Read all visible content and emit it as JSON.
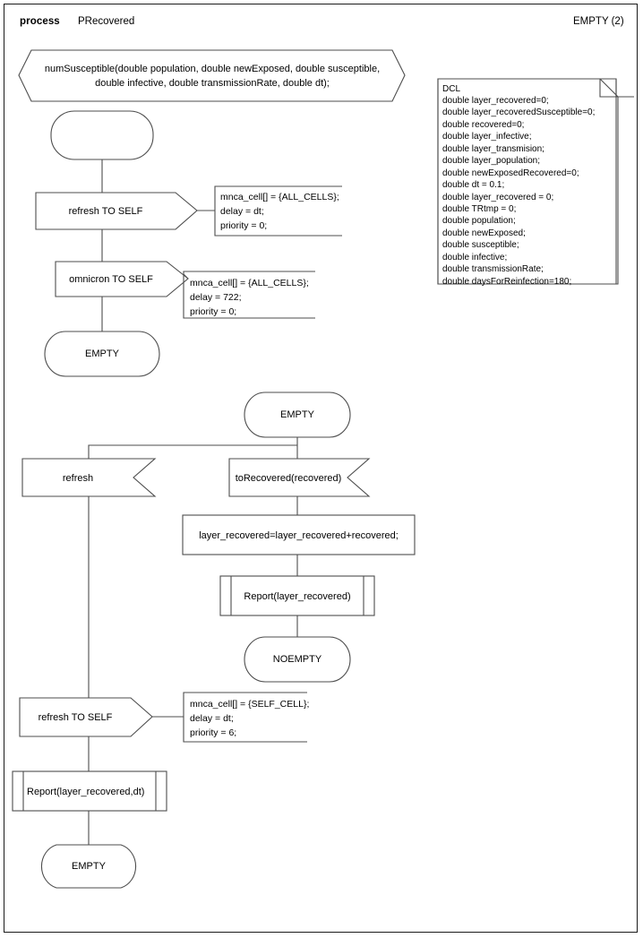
{
  "header": {
    "keyword": "process",
    "name": "PRecovered",
    "right_label": "EMPTY (2)"
  },
  "signal_declaration": {
    "line1": "numSusceptible(double population, double newExposed, double susceptible,",
    "line2": "double infective, double transmissionRate, double dt);"
  },
  "dcl_block": {
    "title": "DCL",
    "lines": [
      "double layer_recovered=0;",
      "double layer_recoveredSusceptible=0;",
      "double recovered=0;",
      "double layer_infective;",
      "double layer_transmision;",
      "double layer_population;",
      "double newExposedRecovered=0;",
      "double dt = 0.1;",
      "double layer_recovered = 0;",
      "double TRtmp = 0;",
      "double population;",
      "double newExposed;",
      "double susceptible;",
      "double infective;",
      "double transmissionRate;",
      "double daysForReinfection=180;"
    ]
  },
  "flow": {
    "start_state": {
      "label": ""
    },
    "output_refresh_self_1": {
      "label": "refresh TO SELF"
    },
    "comment_1": {
      "line1": "mnca_cell[] = {ALL_CELLS};",
      "line2": "delay = dt;",
      "line3": "priority = 0;"
    },
    "output_omnicron_self": {
      "label": "omnicron TO SELF"
    },
    "comment_2": {
      "line1": "mnca_cell[] = {ALL_CELLS};",
      "line2": "delay = 722;",
      "line3": "priority = 0;"
    },
    "state_empty_1": {
      "label": "EMPTY"
    },
    "state_empty_2": {
      "label": "EMPTY"
    },
    "input_refresh": {
      "label": "refresh"
    },
    "input_torecovered": {
      "label": "toRecovered(recovered)"
    },
    "task_accumulate": {
      "label": "layer_recovered=layer_recovered+recovered;"
    },
    "procedure_report_1": {
      "label": "Report(layer_recovered)"
    },
    "state_noempty": {
      "label": "NOEMPTY"
    },
    "output_refresh_self_2": {
      "label": "refresh TO SELF"
    },
    "comment_3": {
      "line1": "mnca_cell[] = {SELF_CELL};",
      "line2": "delay = dt;",
      "line3": "priority = 6;"
    },
    "procedure_report_2": {
      "label": "Report(layer_recovered,dt)"
    },
    "state_empty_3": {
      "label": "EMPTY"
    }
  },
  "colors": {
    "stroke": "#4d4d4d",
    "stroke_dark": "#1a1a1a",
    "text": "#000000",
    "background": "#ffffff"
  }
}
